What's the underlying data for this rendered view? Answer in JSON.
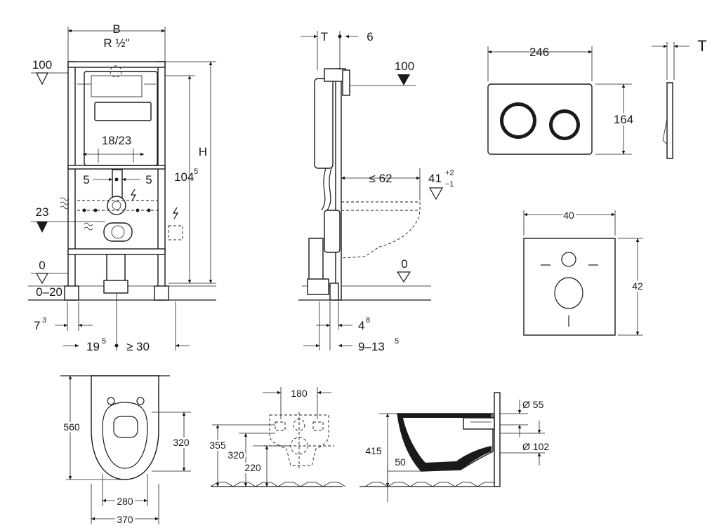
{
  "frame_front": {
    "width_label": "B",
    "connection": "R ½\"",
    "level_100": "100",
    "outlet_range": "18/23",
    "offset_left": "5",
    "offset_right": "5",
    "level_23": "23",
    "level_0": "0",
    "floor_range": "0–20",
    "height_label": "H",
    "frame_height": "104",
    "frame_height_sup": "5",
    "foot_depth": "7",
    "foot_depth_sup": "3",
    "foot_offset": "19",
    "foot_offset_sup": "5",
    "min_spacing": "≥ 30"
  },
  "frame_side": {
    "wall_thickness": "T",
    "offset_6": "6",
    "level_100": "100",
    "max_projection": "≤ 62",
    "bowl_height": "41",
    "bowl_tol_plus": "+2",
    "bowl_tol_minus": "−1",
    "level_0": "0",
    "base_depth": "4",
    "base_depth_sup": "8",
    "install_range": "9–13",
    "install_range_sup": "5"
  },
  "flush_plate": {
    "width": "246",
    "height": "164",
    "thickness": "T"
  },
  "sound_mat": {
    "width": "40",
    "height": "42"
  },
  "wc_top": {
    "length": "560",
    "inner_length": "320",
    "inner_width": "280",
    "outer_width": "370"
  },
  "wc_rear": {
    "hole_spacing": "180",
    "height_355": "355",
    "height_320": "320",
    "height_220": "220"
  },
  "wc_side": {
    "inlet_diameter": "Ø 55",
    "outlet_diameter": "Ø 102",
    "height": "415",
    "floor_offset": "50"
  }
}
